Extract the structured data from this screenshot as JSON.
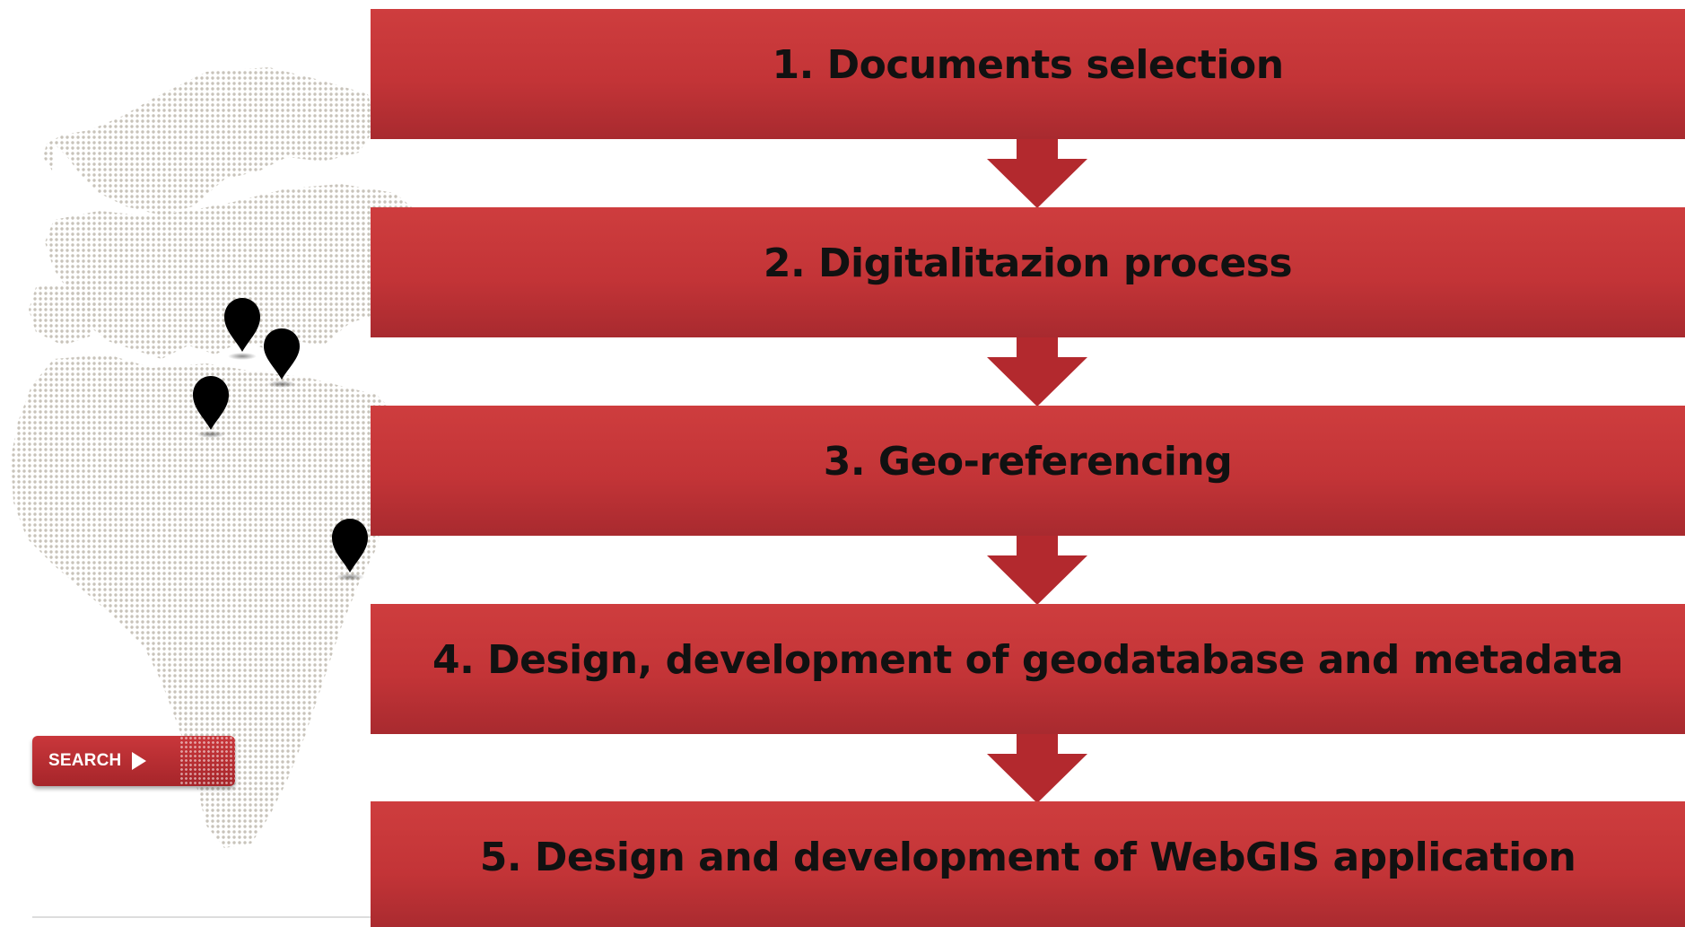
{
  "search_button": {
    "label": "SEARCH",
    "icon": "play-icon"
  },
  "steps": [
    {
      "label": "1. Documents selection"
    },
    {
      "label": "2. Digitalitazion process"
    },
    {
      "label": "3. Geo-referencing"
    },
    {
      "label": "4. Design, development of geodatabase and metadata"
    },
    {
      "label": "5. Design and development of WebGIS application"
    }
  ],
  "map": {
    "marker_icon": "map-pin-icon",
    "marker_count": 4
  },
  "colors": {
    "step_red": "#c33437",
    "step_red_dark": "#a82a2f",
    "arrow_red": "#b3292e",
    "map_dot": "#c8c3ba",
    "marker": "#000000"
  }
}
